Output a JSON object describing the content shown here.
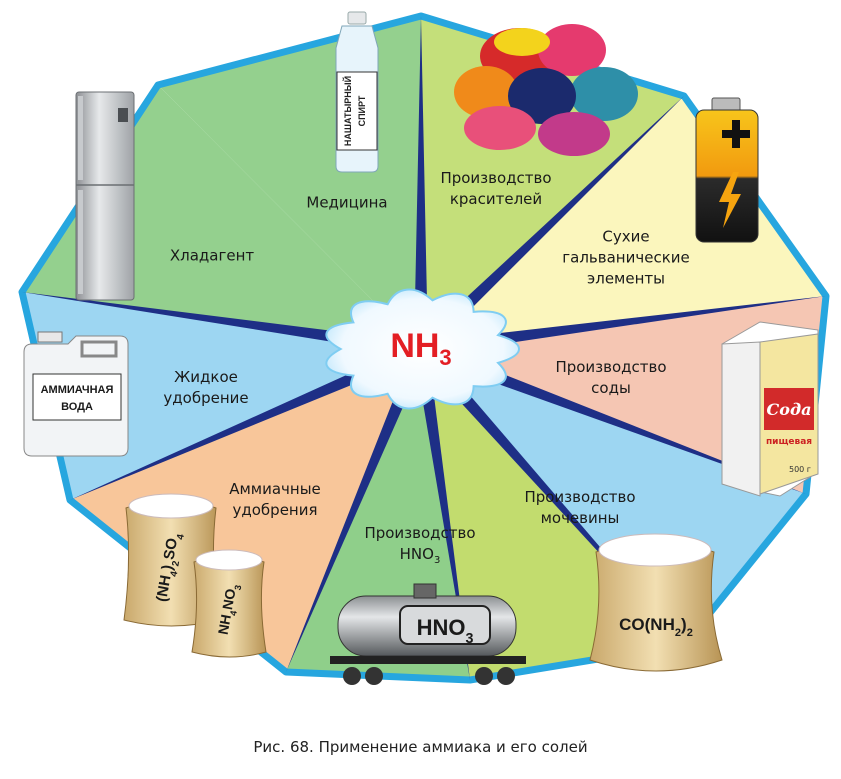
{
  "center": {
    "formula": "NH",
    "subscript": "3"
  },
  "sectors": [
    {
      "id": "medicine",
      "label_lines": [
        "Медицина"
      ],
      "color": "#c4df7a"
    },
    {
      "id": "dyes",
      "label_lines": [
        "Производство",
        "красителей"
      ],
      "color": "#fbf6bd"
    },
    {
      "id": "batteries",
      "label_lines": [
        "Сухие",
        "гальванические",
        "элементы"
      ],
      "color": "#f5c6b3"
    },
    {
      "id": "soda",
      "label_lines": [
        "Производство",
        "соды"
      ],
      "color": "#9dd6f2"
    },
    {
      "id": "urea",
      "label_lines": [
        "Производство",
        "мочевины"
      ],
      "color": "#c2dc6e"
    },
    {
      "id": "nitric-acid",
      "label_lines": [
        "Производство",
        "HNO"
      ],
      "label_sub": "3",
      "color": "#8fcf8a"
    },
    {
      "id": "ammonium-fertilizers",
      "label_lines": [
        "Аммиачные",
        "удобрения"
      ],
      "color": "#f8c69a"
    },
    {
      "id": "liquid-fertilizer",
      "label_lines": [
        "Жидкое",
        "удобрение"
      ],
      "color": "#9dd6f2"
    },
    {
      "id": "refrigerant",
      "label_lines": [
        "Хладагент"
      ],
      "color": "#94d08e"
    }
  ],
  "items": {
    "bottle_lines": [
      "НАШАТЫРНЫЙ",
      "СПИРТ"
    ],
    "canister_lines": [
      "АММИАЧНАЯ",
      "ВОДА"
    ],
    "soda_brand": "Сода",
    "soda_sub": "пищевая",
    "soda_weight": "500 г",
    "tank_label": "HNO",
    "tank_sub": "3",
    "sack_urea": "CO(NH",
    "sack_urea_sub": "2",
    "sack_urea_end": ")",
    "sack_urea_sub2": "2",
    "sack_sulfate": [
      "(NH",
      "4",
      ")",
      "2",
      "SO",
      "4"
    ],
    "sack_nitrate": [
      "NH",
      "4",
      "NO",
      "3"
    ]
  },
  "colors": {
    "border": "#27a6df",
    "spoke": "#1e2f86",
    "center_text": "#e31e24"
  },
  "caption": "Рис. 68. Применение аммиака и его солей"
}
